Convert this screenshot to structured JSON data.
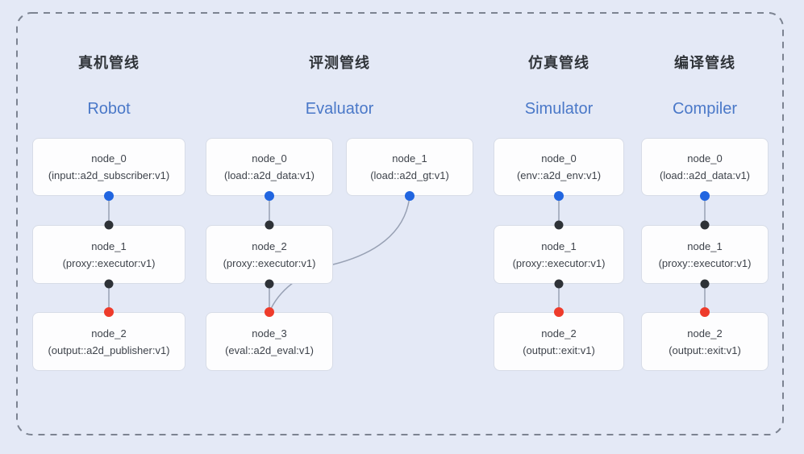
{
  "colors": {
    "background": "#e4e9f6",
    "node_background": "#fdfdfe",
    "node_border": "#d7dce7",
    "node_text": "#3e434b",
    "title_zh": "#303439",
    "title_en": "#4a78c8",
    "edge": "#98a1b4",
    "frame": "#7c8391",
    "blue_dot": "#2165e0",
    "black_dot": "#2e3237",
    "red_dot": "#ee3b2b"
  },
  "pipelines": [
    {
      "title_zh": "真机管线",
      "title_en": "Robot",
      "nodes": [
        {
          "name": "node_0",
          "type": "(input::a2d_subscriber:v1)"
        },
        {
          "name": "node_1",
          "type": "(proxy::executor:v1)"
        },
        {
          "name": "node_2",
          "type": "(output::a2d_publisher:v1)"
        }
      ]
    },
    {
      "title_zh": "评测管线",
      "title_en": "Evaluator",
      "nodes": [
        {
          "name": "node_0",
          "type": "(load::a2d_data:v1)"
        },
        {
          "name": "node_1",
          "type": "(load::a2d_gt:v1)"
        },
        {
          "name": "node_2",
          "type": "(proxy::executor:v1)"
        },
        {
          "name": "node_3",
          "type": "(eval::a2d_eval:v1)"
        }
      ]
    },
    {
      "title_zh": "仿真管线",
      "title_en": "Simulator",
      "nodes": [
        {
          "name": "node_0",
          "type": "(env::a2d_env:v1)"
        },
        {
          "name": "node_1",
          "type": "(proxy::executor:v1)"
        },
        {
          "name": "node_2",
          "type": "(output::exit:v1)"
        }
      ]
    },
    {
      "title_zh": "编译管线",
      "title_en": "Compiler",
      "nodes": [
        {
          "name": "node_0",
          "type": "(load::a2d_data:v1)"
        },
        {
          "name": "node_1",
          "type": "(proxy::executor:v1)"
        },
        {
          "name": "node_2",
          "type": "(output::exit:v1)"
        }
      ]
    }
  ]
}
